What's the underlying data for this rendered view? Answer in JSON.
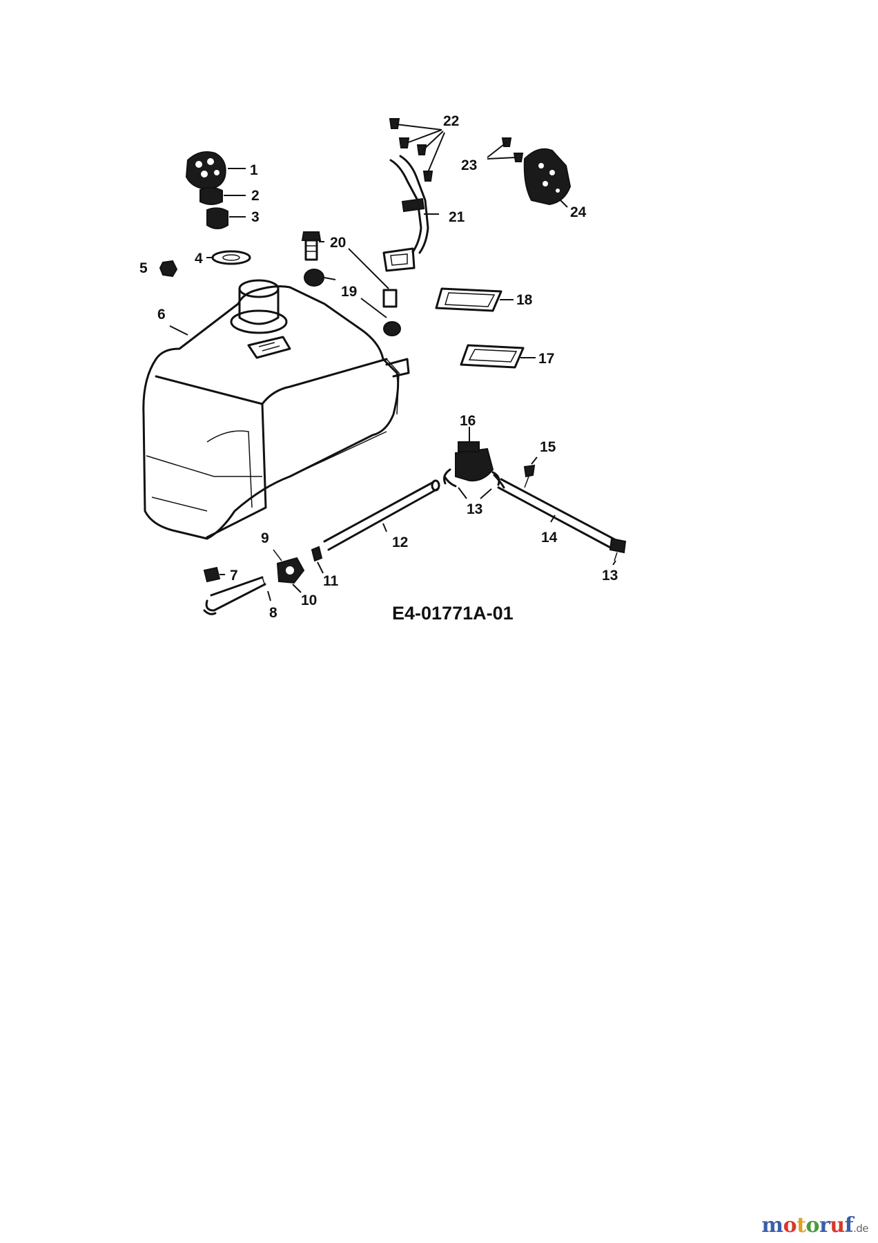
{
  "callouts": {
    "c1": "1",
    "c2": "2",
    "c3": "3",
    "c4": "4",
    "c5": "5",
    "c6": "6",
    "c7": "7",
    "c8": "8",
    "c9": "9",
    "c10": "10",
    "c11": "11",
    "c12": "12",
    "c13a": "13",
    "c13b": "13",
    "c14": "14",
    "c15": "15",
    "c16": "16",
    "c17": "17",
    "c18": "18",
    "c19": "19",
    "c20": "20",
    "c21": "21",
    "c22": "22",
    "c23": "23",
    "c24": "24"
  },
  "diagram_code": "E4-01771A-01",
  "logo": {
    "m": "m",
    "o1": "o",
    "t": "t",
    "o2": "o",
    "r": "r",
    "u": "u",
    "f": "f",
    "tld": ".de"
  }
}
